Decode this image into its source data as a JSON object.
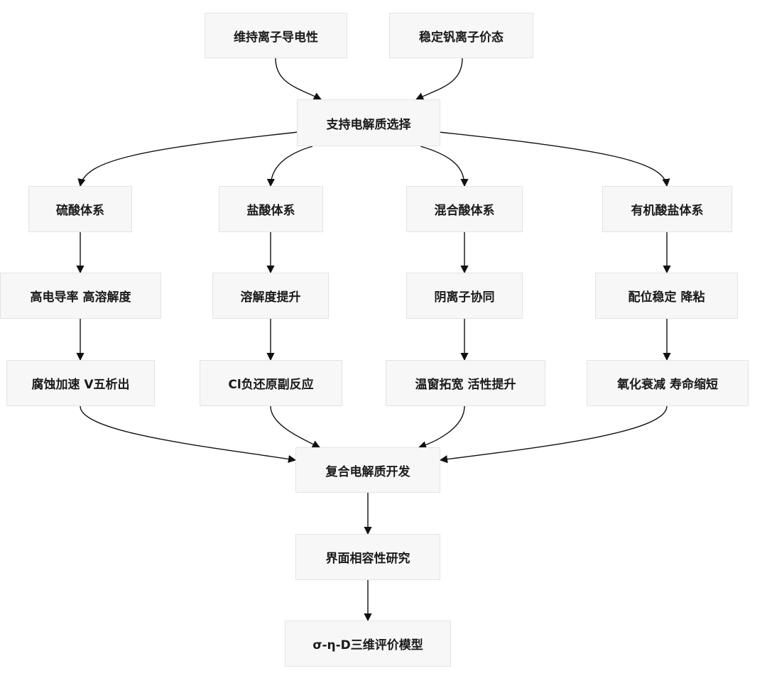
{
  "nodes": {
    "ionic_conductivity": "维持离子导电性",
    "vanadium_valence": "稳定钒离子价态",
    "supporting_electrolyte": "支持电解质选择",
    "sulfuric_system": "硫酸体系",
    "hydrochloric_system": "盐酸体系",
    "mixed_acid_system": "混合酸体系",
    "organic_salt_system": "有机酸盐体系",
    "high_conductivity": "高电导率 高溶解度",
    "solubility_increase": "溶解度提升",
    "anion_synergy": "阴离子协同",
    "coordination_stable": "配位稳定 降粘",
    "corrosion": "腐蚀加速 V五析出",
    "cl_side_reaction": "Cl负还原副反应",
    "temp_window": "温窗拓宽 活性提升",
    "oxidation_decay": "氧化衰减 寿命缩短",
    "composite_electrolyte": "复合电解质开发",
    "interface_study": "界面相容性研究",
    "evaluation_model": "σ-η-D三维评价模型"
  }
}
